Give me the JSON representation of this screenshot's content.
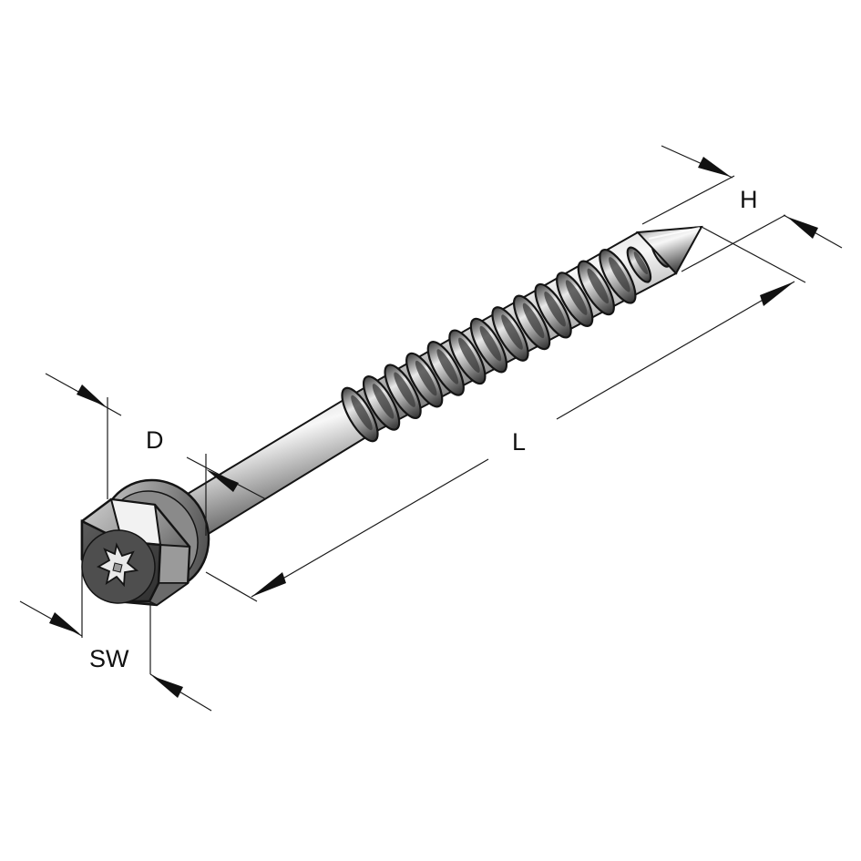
{
  "dimensions": {
    "length_label": "L",
    "diameter_label": "D",
    "wrench_size_label": "SW",
    "thread_height_label": "H"
  },
  "drawing": {
    "object": "hex-flange-head-screw-icon",
    "head_drive": "torx-drive-icon",
    "colors": {
      "metal_light": "#f0f0f0",
      "metal_mid": "#b4b4b4",
      "metal_dark": "#3c3c3c",
      "outline": "#141414",
      "dimension_lines": "#1a1a1a"
    }
  }
}
